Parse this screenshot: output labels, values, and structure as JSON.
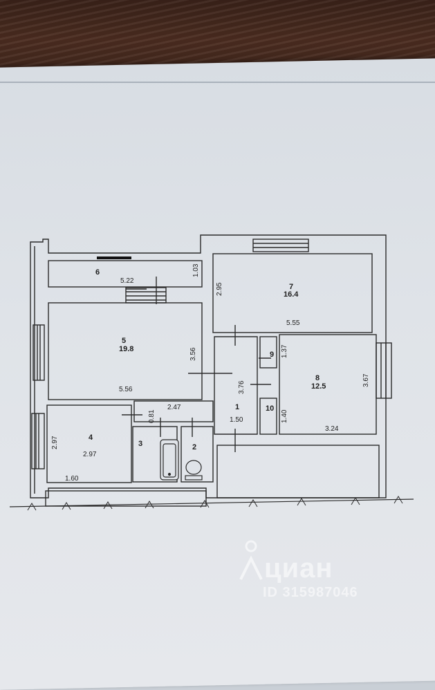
{
  "rooms": [
    {
      "number": "1",
      "dims": [
        "3.76",
        "1.50"
      ]
    },
    {
      "number": "2"
    },
    {
      "number": "3",
      "dims": [
        "0.81"
      ]
    },
    {
      "number": "4",
      "dims": [
        "2.97",
        "2.97",
        "1.60"
      ]
    },
    {
      "number": "5",
      "area": "19.8",
      "dims": [
        "3.56",
        "5.56"
      ]
    },
    {
      "number": "6",
      "dims": [
        "5.22",
        "1.03"
      ]
    },
    {
      "number": "7",
      "area": "16.4",
      "dims": [
        "2.95",
        "5.55"
      ]
    },
    {
      "number": "8",
      "area": "12.5",
      "dims": [
        "3.67",
        "3.24"
      ]
    },
    {
      "number": "9",
      "dims": [
        "1.37"
      ]
    },
    {
      "number": "10",
      "dims": [
        "1.40"
      ]
    }
  ],
  "corridor_dim": "2.47",
  "watermark": {
    "brand": "циан",
    "listing_id": "ID 315987046",
    "icon": "location-pin-icon"
  },
  "colors": {
    "wall": "#2a2a2a",
    "paper": "#dfe3e8",
    "wood": "#4b2c20"
  }
}
